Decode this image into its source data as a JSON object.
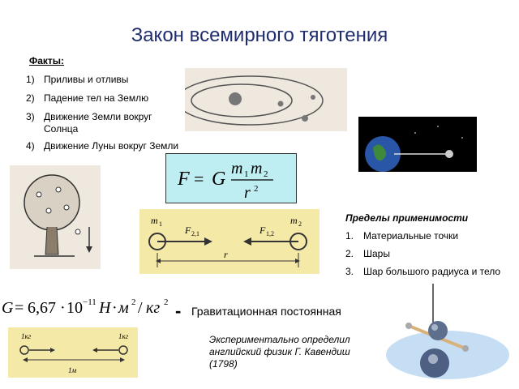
{
  "title": "Закон всемирного тяготения",
  "facts": {
    "heading": "Факты:",
    "items": [
      {
        "num": "1)",
        "text": "Приливы и отливы"
      },
      {
        "num": "2)",
        "text": "Падение тел на Землю"
      },
      {
        "num": "3)",
        "text": "Движение Земли вокруг Солнца"
      },
      {
        "num": "4)",
        "text": "Движение Луны вокруг Земли"
      }
    ]
  },
  "formula": {
    "F": "F",
    "eq": "=",
    "G": "G",
    "m1": "m",
    "sub1": "1",
    "m2": "m",
    "sub2": "2",
    "r": "r",
    "exp": "2"
  },
  "diagram_bodies": {
    "m1": "m",
    "m1_sub": "1",
    "m2": "m",
    "m2_sub": "2",
    "f21": "F",
    "f21_sub": "2,1",
    "f12": "F",
    "f12_sub": "1,2",
    "r": "r"
  },
  "limits": {
    "heading": "Пределы применимости",
    "items": [
      {
        "num": "1.",
        "text": "Материальные точки"
      },
      {
        "num": "2.",
        "text": "Шары"
      },
      {
        "num": "3.",
        "text": "Шар большого радиуса и тело"
      }
    ]
  },
  "constant": {
    "G": "G",
    "eq": "=",
    "value": "6,67",
    "times": "·",
    "base": "10",
    "exponent": "−11",
    "units_n": "Н",
    "units_dot": "·",
    "units_m": "м",
    "units_m_exp": "2",
    "units_slash": "/",
    "units_kg": "кг",
    "units_kg_exp": "2",
    "dash": "-",
    "label": "Гравитационная постоянная"
  },
  "balls": {
    "left_mass": "1кг",
    "right_mass": "1кг",
    "distance": "1м"
  },
  "experiment_note": "Экспериментально определил английский физик Г. Кавендиш (1798)",
  "colors": {
    "title": "#1f2d6e",
    "formula_bg": "#bfeef2",
    "diagram_yellow": "#f5e9a8",
    "space": "#000000"
  }
}
